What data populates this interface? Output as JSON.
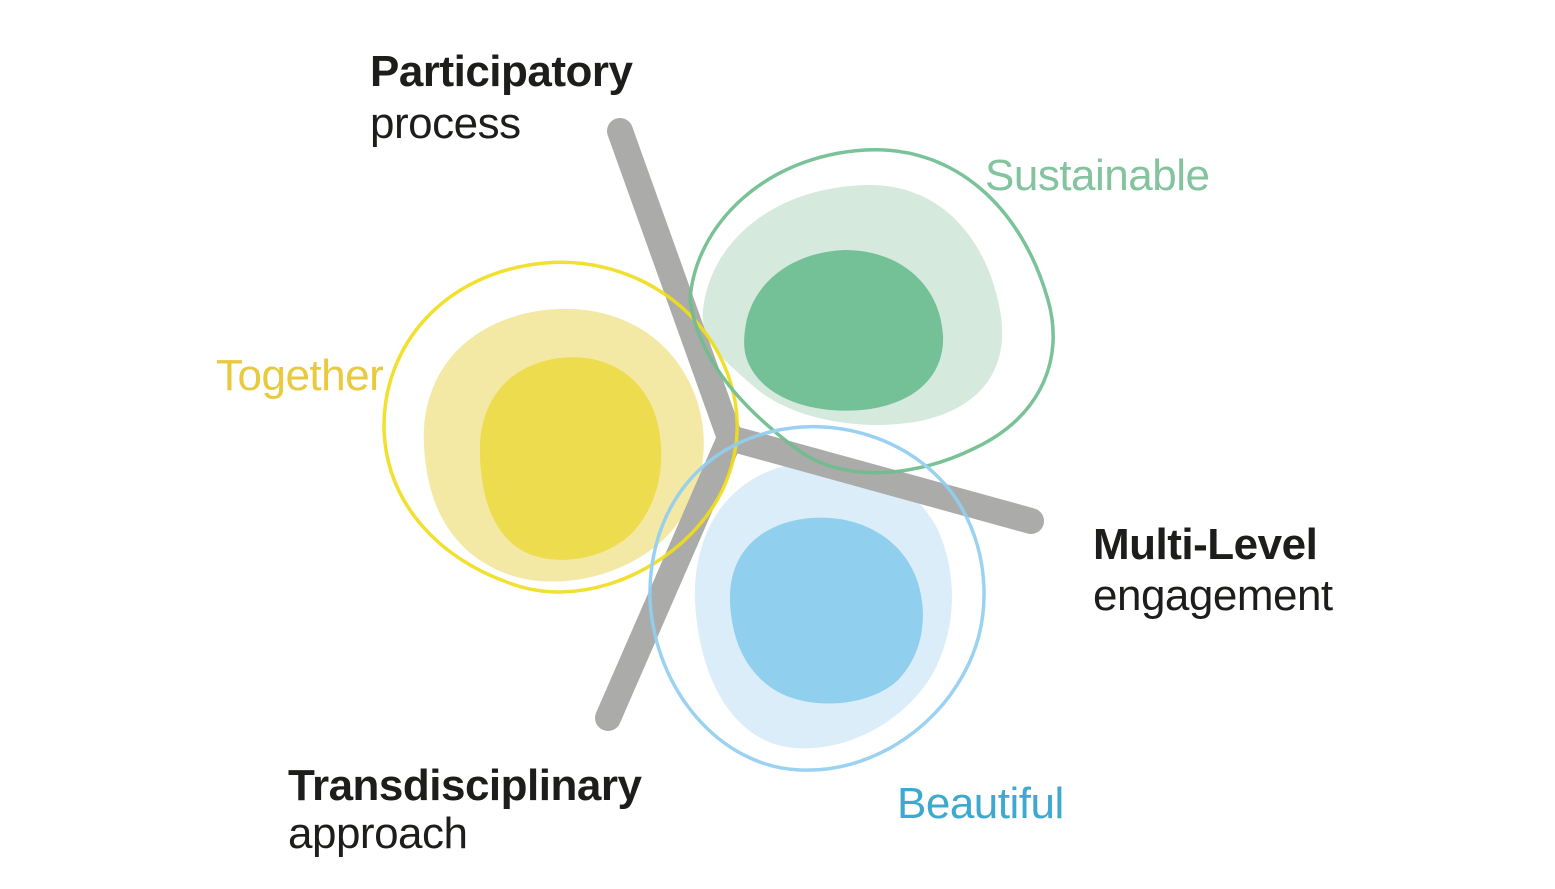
{
  "diagram": {
    "type": "blob-cluster-diagram",
    "background": "#ffffff",
    "colors": {
      "divider_gray": "#ababa9",
      "text_dark": "#1d1d1b",
      "green_outline": "#6fbd8e",
      "green_mid": "#d5e9dc",
      "green_core": "#74c197",
      "green_label": "#83c39e",
      "yellow_outline": "#f0dd1c",
      "yellow_mid": "#f3e9a4",
      "yellow_core": "#ecdc4e",
      "yellow_label": "#e9c93d",
      "blue_outline": "#92cef1",
      "blue_mid": "#dcedfa",
      "blue_core": "#90d0ee",
      "blue_label": "#3ea9ce"
    },
    "axis_labels": {
      "top_left": {
        "line1": "Participatory",
        "line2": "process"
      },
      "right": {
        "line1": "Multi-Level",
        "line2": "engagement"
      },
      "bottom_left": {
        "line1": "Transdisciplinary",
        "line2": "approach"
      }
    },
    "value_labels": {
      "green": "Sustainable",
      "yellow": "Together",
      "blue": "Beautiful"
    }
  }
}
